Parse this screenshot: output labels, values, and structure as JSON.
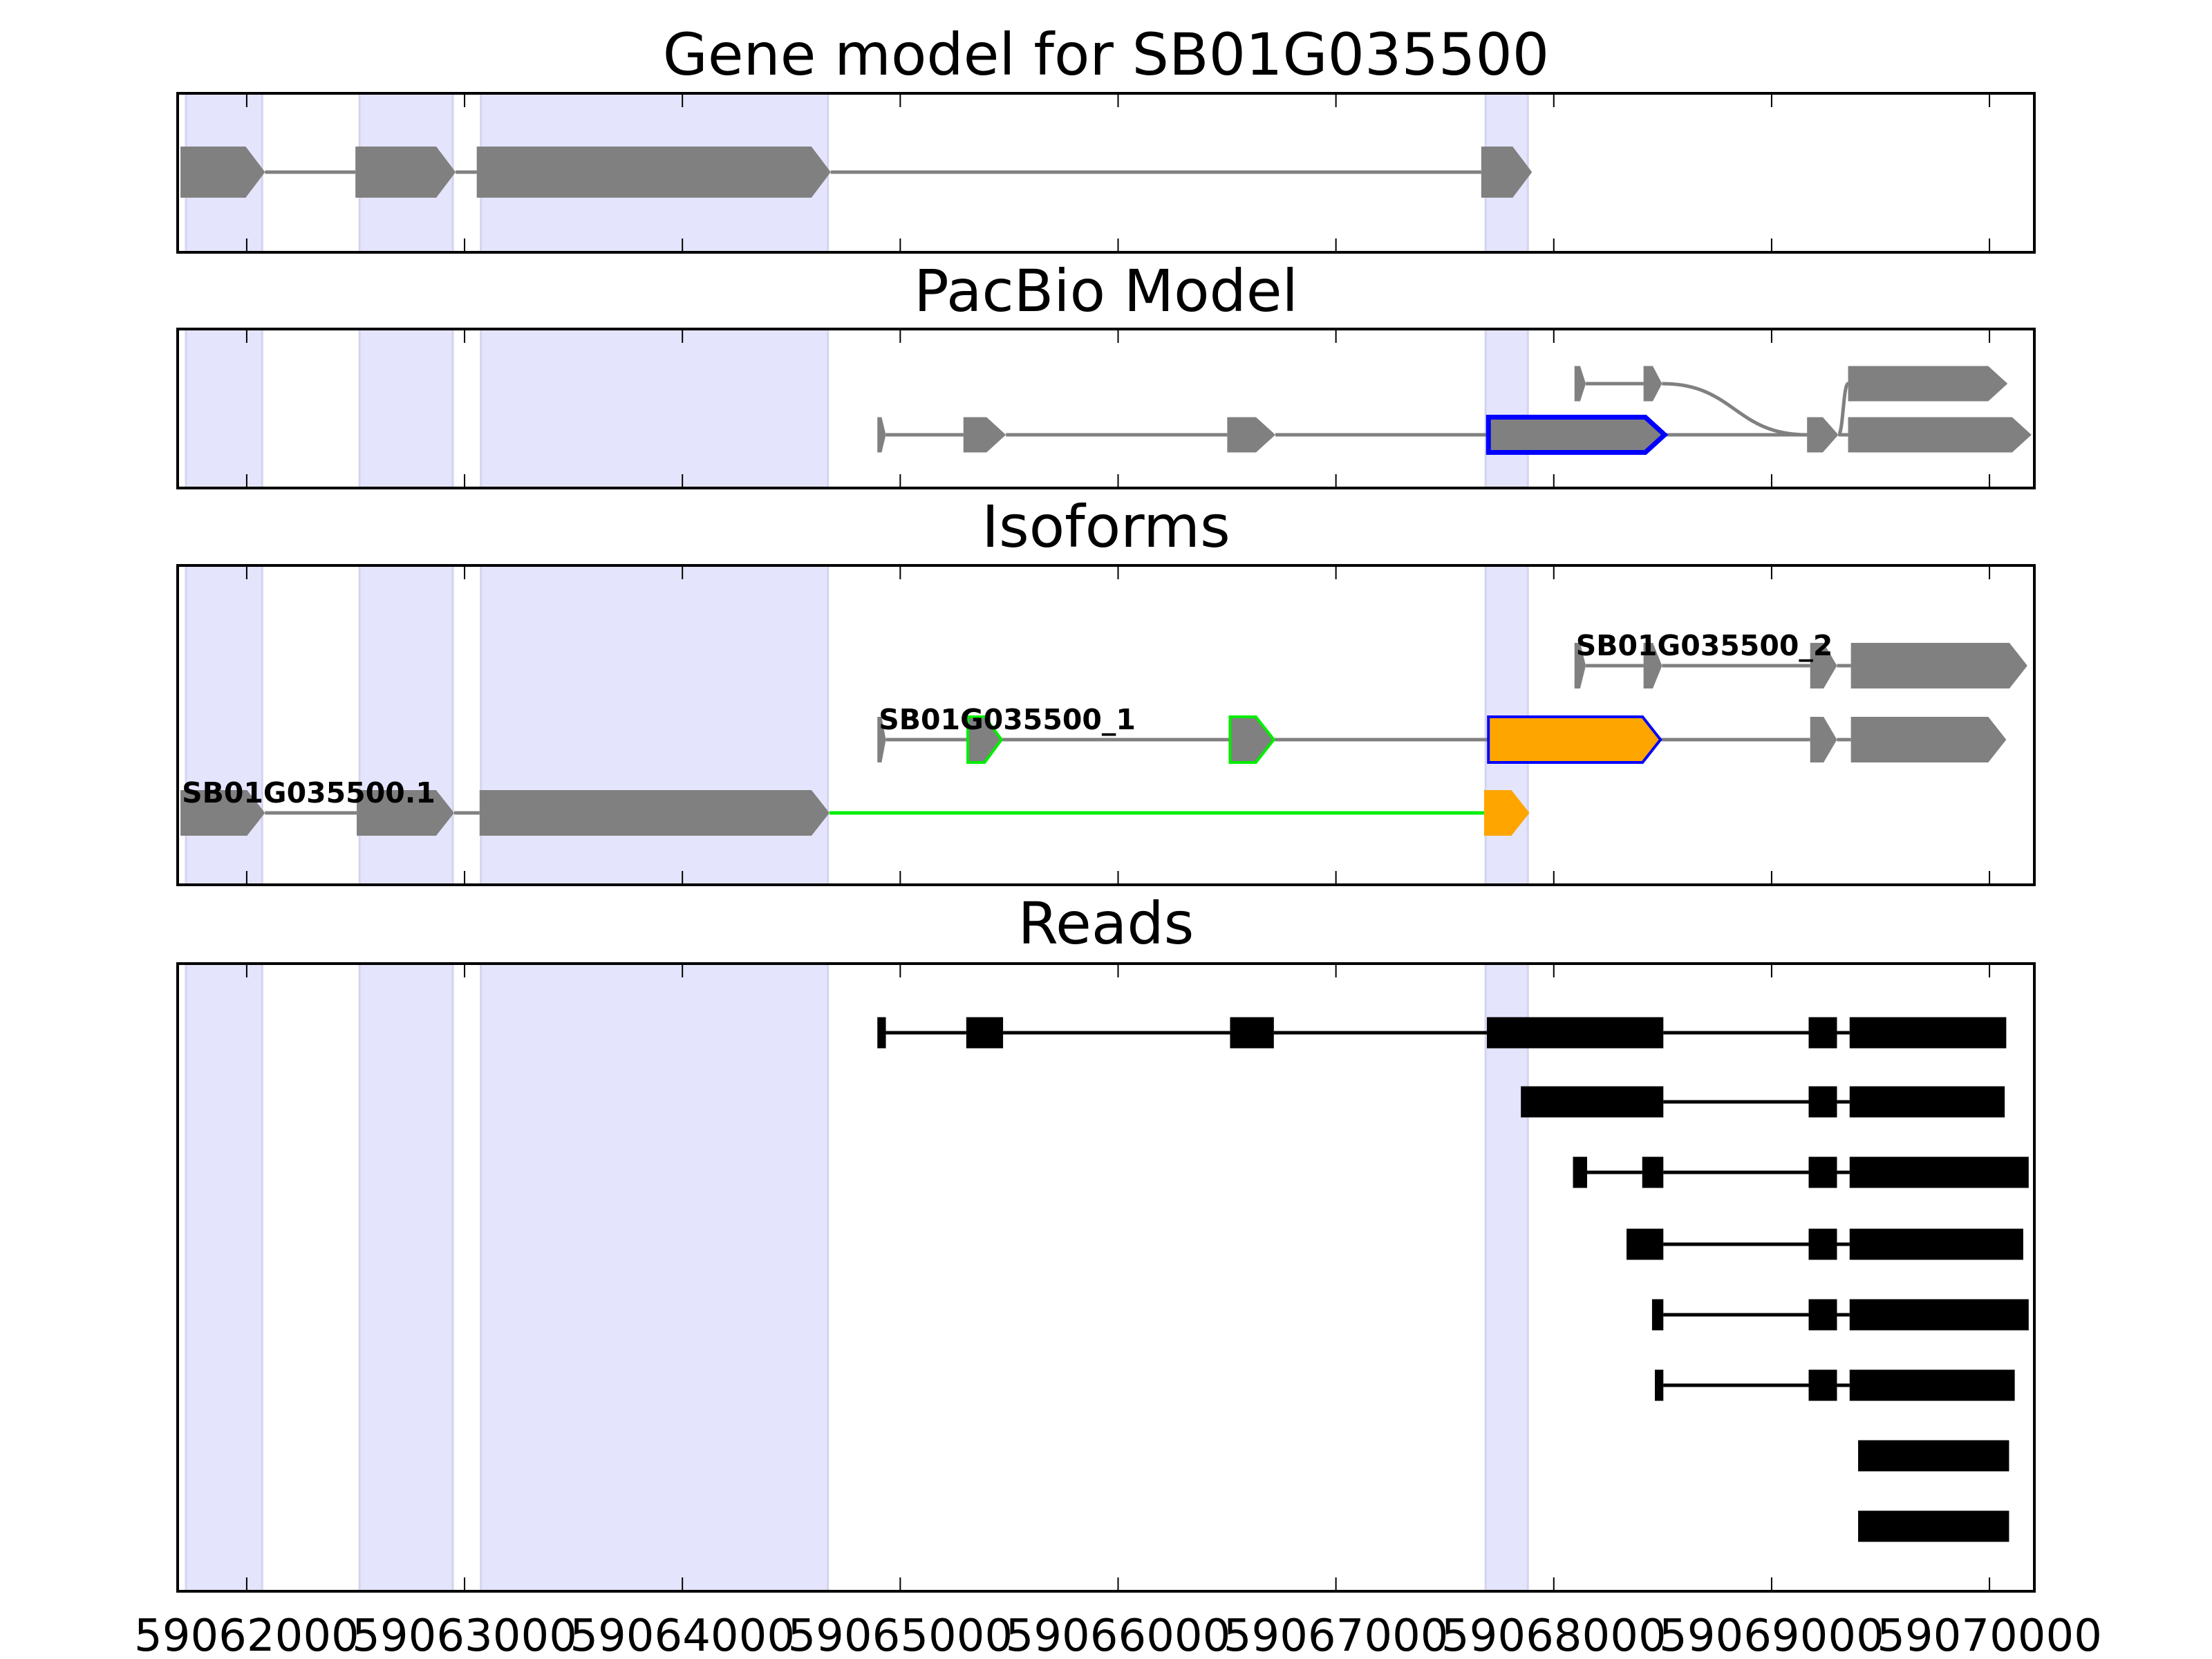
{
  "chart_data": {
    "type": "gene-track",
    "xlim": [
      59061683,
      59070206
    ],
    "x_ticks": [
      59062000,
      59063000,
      59064000,
      59065000,
      59066000,
      59067000,
      59068000,
      59069000,
      59070000
    ],
    "x_tick_labels": [
      "59062000",
      "59063000",
      "59064000",
      "59065000",
      "59066000",
      "59067000",
      "59068000",
      "59069000",
      "59070000"
    ],
    "shaded_regions": [
      [
        59061721,
        59062071
      ],
      [
        59062518,
        59062946
      ],
      [
        59063075,
        59064668
      ],
      [
        59067687,
        59067881
      ]
    ],
    "colors": {
      "exon": "#808080",
      "intron": "#808080",
      "shade": "#e4e4fc",
      "shade_edge": "#d4d4ee",
      "blue": "#0000ff",
      "green": "#00ee00",
      "orange": "#ffa500",
      "read": "#000000"
    },
    "panels": [
      {
        "id": "gene-model",
        "title": "Gene model for SB01G035500",
        "arrows": true,
        "transcripts": [
          {
            "row": 0,
            "exons": [
              {
                "s": 59061696,
                "e": 59062084
              },
              {
                "s": 59062499,
                "e": 59062959
              },
              {
                "s": 59063056,
                "e": 59064681
              },
              {
                "s": 59067667,
                "e": 59067900
              }
            ]
          }
        ]
      },
      {
        "id": "pacbio-model",
        "title": "PacBio Model",
        "arrows": true,
        "transcripts": [
          {
            "row": 1,
            "exons": [
              {
                "s": 59064895,
                "e": 59064934
              },
              {
                "s": 59065290,
                "e": 59065485
              },
              {
                "s": 59066501,
                "e": 59066722
              },
              {
                "s": 59067700,
                "e": 59068509,
                "edge": "#0000ff"
              },
              {
                "s": 59069163,
                "e": 59069306
              },
              {
                "s": 59069351,
                "e": 59070193
              }
            ]
          },
          {
            "row": 0,
            "exons": [
              {
                "s": 59068095,
                "e": 59068147
              },
              {
                "s": 59068412,
                "e": 59068497
              },
              {
                "s": 59069163,
                "e": 59069306,
                "row": 1
              },
              {
                "s": 59069351,
                "e": 59070083
              }
            ]
          }
        ]
      },
      {
        "id": "isoforms",
        "title": "Isoforms",
        "arrows": true,
        "transcripts": [
          {
            "row": 0,
            "label": "SB01G035500_2",
            "exons": [
              {
                "s": 59068095,
                "e": 59068147
              },
              {
                "s": 59068412,
                "e": 59068497
              },
              {
                "s": 59069177,
                "e": 59069300
              },
              {
                "s": 59069364,
                "e": 59070174
              }
            ]
          },
          {
            "row": 1,
            "label": "SB01G035500_1",
            "exons": [
              {
                "s": 59064895,
                "e": 59064934
              },
              {
                "s": 59065310,
                "e": 59065465,
                "edge": "#00ee00"
              },
              {
                "s": 59066514,
                "e": 59066715,
                "edge": "#00ee00"
              },
              {
                "s": 59067700,
                "e": 59068490,
                "fill": "#ffa500",
                "edge": "#0000ff"
              },
              {
                "s": 59069177,
                "e": 59069300
              },
              {
                "s": 59069364,
                "e": 59070077
              }
            ]
          },
          {
            "row": 2,
            "label": "SB01G035500.1",
            "intron_colors": [
              "#808080",
              "#808080",
              "#00ee00"
            ],
            "exons": [
              {
                "s": 59061696,
                "e": 59062084
              },
              {
                "s": 59062505,
                "e": 59062952
              },
              {
                "s": 59063069,
                "e": 59064675
              },
              {
                "s": 59067680,
                "e": 59067888,
                "fill": "#ffa500"
              }
            ]
          }
        ]
      },
      {
        "id": "reads",
        "title": "Reads",
        "arrows": false,
        "transcripts": [
          {
            "row": 0,
            "exons": [
              {
                "s": 59064895,
                "e": 59064934
              },
              {
                "s": 59065303,
                "e": 59065472
              },
              {
                "s": 59066514,
                "e": 59066715
              },
              {
                "s": 59067693,
                "e": 59068503
              },
              {
                "s": 59069170,
                "e": 59069300
              },
              {
                "s": 59069358,
                "e": 59070077
              }
            ]
          },
          {
            "row": 1,
            "exons": [
              {
                "s": 59067849,
                "e": 59068503
              },
              {
                "s": 59069170,
                "e": 59069300
              },
              {
                "s": 59069358,
                "e": 59070070
              }
            ]
          },
          {
            "row": 2,
            "exons": [
              {
                "s": 59068088,
                "e": 59068153
              },
              {
                "s": 59068406,
                "e": 59068503
              },
              {
                "s": 59069170,
                "e": 59069300
              },
              {
                "s": 59069358,
                "e": 59070180
              }
            ]
          },
          {
            "row": 3,
            "exons": [
              {
                "s": 59068334,
                "e": 59068503
              },
              {
                "s": 59069170,
                "e": 59069300
              },
              {
                "s": 59069358,
                "e": 59070155
              }
            ]
          },
          {
            "row": 4,
            "exons": [
              {
                "s": 59068451,
                "e": 59068503
              },
              {
                "s": 59069170,
                "e": 59069300
              },
              {
                "s": 59069358,
                "e": 59070180
              }
            ]
          },
          {
            "row": 5,
            "exons": [
              {
                "s": 59068464,
                "e": 59068503
              },
              {
                "s": 59069170,
                "e": 59069300
              },
              {
                "s": 59069358,
                "e": 59070116
              }
            ]
          },
          {
            "row": 6,
            "exons": [
              {
                "s": 59069397,
                "e": 59070090
              }
            ]
          },
          {
            "row": 7,
            "exons": [
              {
                "s": 59069397,
                "e": 59070090
              }
            ]
          }
        ]
      }
    ]
  }
}
